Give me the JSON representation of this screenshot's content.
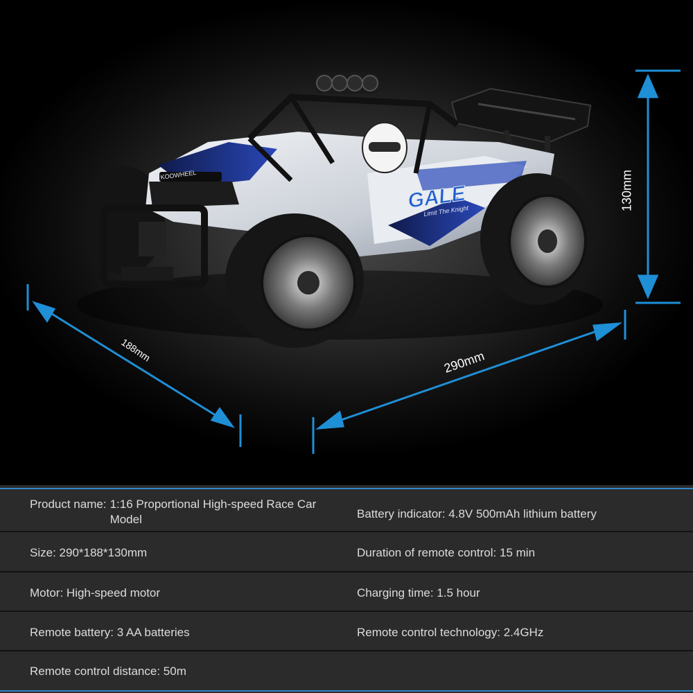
{
  "dimensions": {
    "height": "130mm",
    "length": "290mm",
    "width": "188mm"
  },
  "car_text": {
    "brand": "KOOWHEEL",
    "model": "GALE",
    "tagline": "Limit The Knight"
  },
  "specs": [
    {
      "label": "Product name:",
      "value": "1:16 Proportional High-speed Race Car Model"
    },
    {
      "label": "Battery indicator:",
      "value": "4.8V 500mAh lithium battery"
    },
    {
      "label": "Size:",
      "value": "290*188*130mm"
    },
    {
      "label": "Duration of remote control:",
      "value": "15 min"
    },
    {
      "label": "Motor:",
      "value": "High-speed motor"
    },
    {
      "label": "Charging time:",
      "value": "1.5 hour"
    },
    {
      "label": "Remote battery:",
      "value": "3 AA batteries"
    },
    {
      "label": "Remote control technology:",
      "value": "2.4GHz"
    },
    {
      "label": "Remote control distance:",
      "value": "50m"
    }
  ],
  "colors": {
    "accent": "#1f8fd6",
    "panel": "#2b2b2b",
    "text": "#dcdcdc"
  }
}
